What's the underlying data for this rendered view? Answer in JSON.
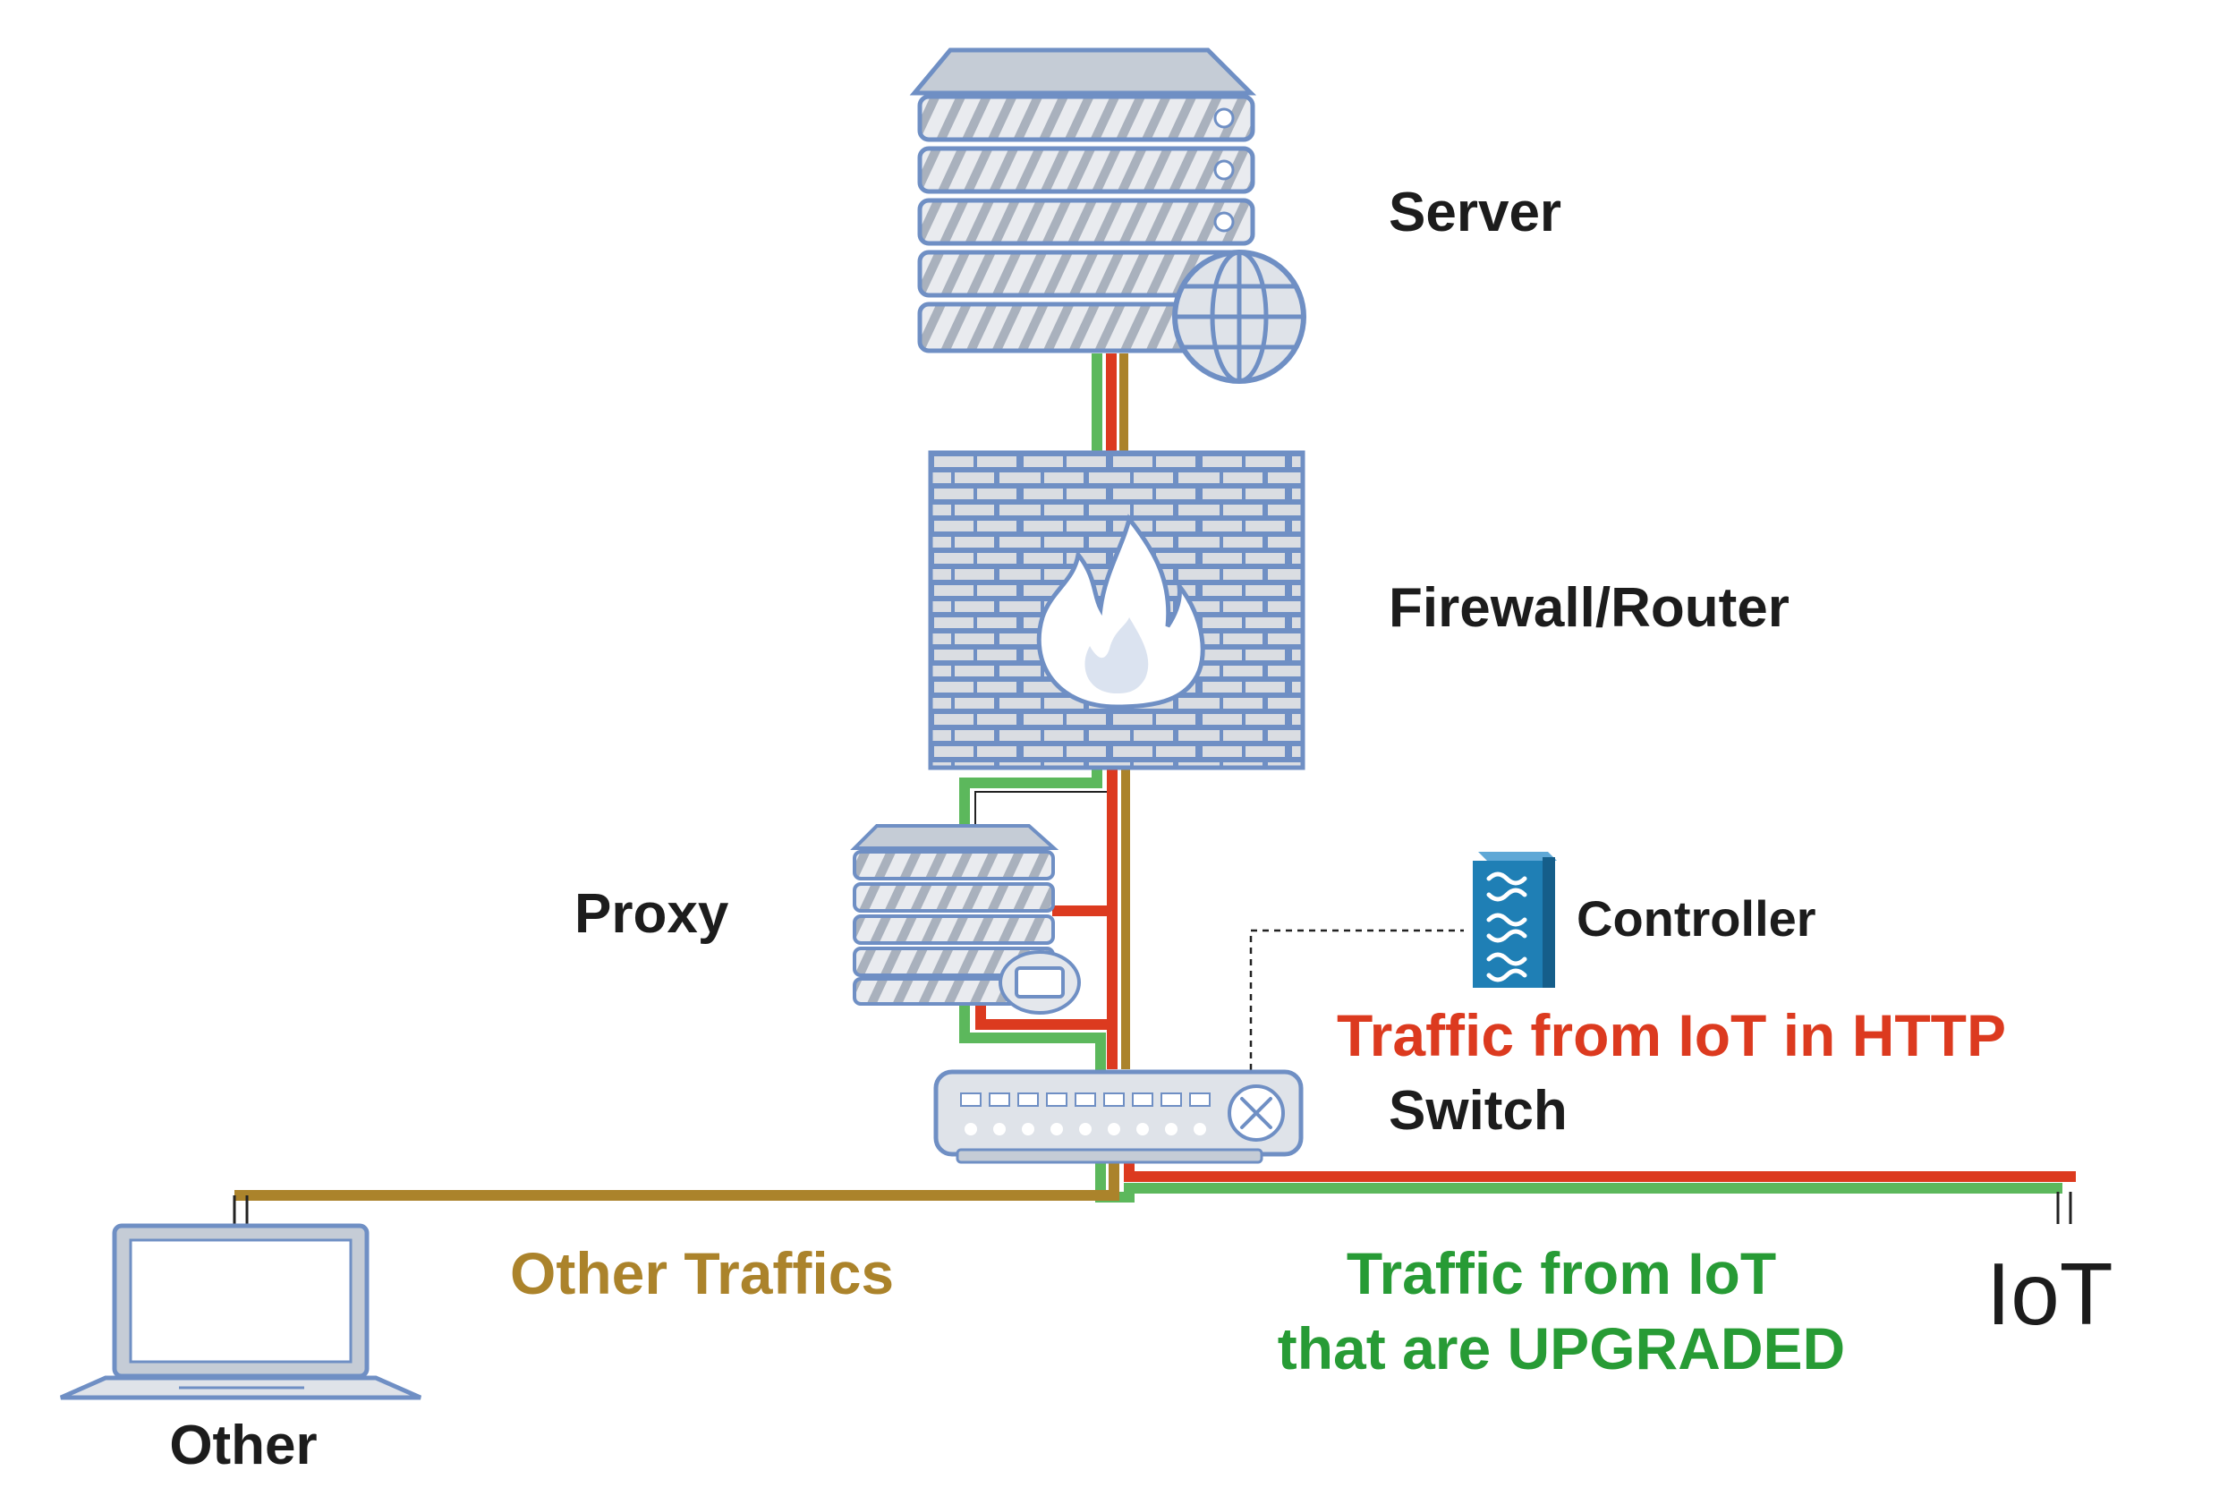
{
  "labels": {
    "server": "Server",
    "firewall": "Firewall/Router",
    "proxy": "Proxy",
    "controller": "Controller",
    "switch": "Switch",
    "iot": "IoT",
    "other": "Other",
    "traffic_http": "Traffic from IoT in HTTP",
    "other_traffics": "Other Traffics",
    "upgraded_line1": "Traffic from IoT",
    "upgraded_line2": "that are UPGRADED"
  },
  "colors": {
    "traffic_http": "#dc3a1f",
    "traffic_upgraded": "#5cb85c",
    "traffic_other": "#ab832b",
    "device_fill": "#d9dde3",
    "device_stroke": "#6f8fc4",
    "controller": "#1f7fb5"
  },
  "icons": {
    "server": "server-globe-icon",
    "firewall": "firewall-icon",
    "proxy": "proxy-server-icon",
    "controller": "controller-icon",
    "switch": "network-switch-icon",
    "other": "laptop-icon"
  }
}
